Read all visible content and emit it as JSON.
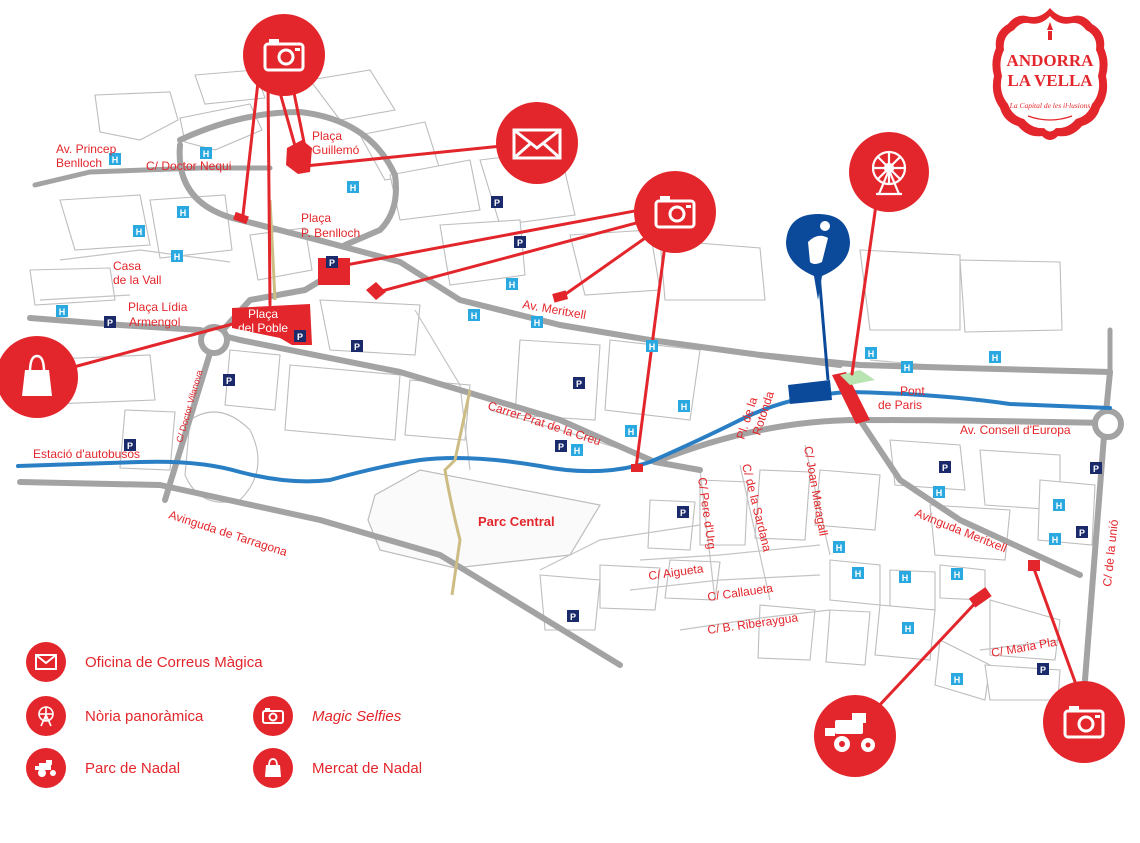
{
  "colors": {
    "accent": "#e3262b",
    "river": "#2a7fc4",
    "road": "#a3a3a3",
    "path": "#cdbd84",
    "info": "#0b4a9a",
    "parking": "#1b2a6b",
    "hotel": "#2aa8e0"
  },
  "logo": {
    "title_line1": "ANDORRA",
    "title_line2": "LA VELLA",
    "tagline": "La Capital de les il·lusions"
  },
  "places": {
    "av_princep": "Av. Princep",
    "benlloch": "Benlloch",
    "doctor_nequi": "C/ Doctor Nequi",
    "placa_guillemo_1": "Plaça",
    "placa_guillemo_2": "Guillemó",
    "placa_benlloch_1": "Plaça",
    "placa_benlloch_2": "P. Benlloch",
    "casa_vall_1": "Casa",
    "casa_vall_2": "de la Vall",
    "placa_lidia_1": "Plaça Lídia",
    "placa_lidia_2": "Armengol",
    "placa_poble_1": "Plaça",
    "placa_poble_2": "del Poble",
    "av_meritxell": "Av. Meritxell",
    "carrer_prat": "Carrer Prat de la Creu",
    "doctor_vilanova": "C/ Doctor Vilanova",
    "estacio": "Estació d'autobusos",
    "av_tarragona": "Avinguda de Tarragona",
    "parc_central": "Parc Central",
    "pl_rotonda_1": "Pl. de la",
    "pl_rotonda_2": "Rotonda",
    "pont_paris_1": "Pont",
    "pont_paris_2": "de Paris",
    "av_consell": "Av. Consell d'Europa",
    "pere_urg": "C/ Pere d'Urg",
    "sardana": "C/ de la Sardana",
    "joan_maragall": "C/ Joan Maragall",
    "aigueta": "C/ Aigueta",
    "callaueta": "C/ Callaueta",
    "riberaygua": "C/ B. Riberaygua",
    "avinguda_meritxell": "Avinguda Meritxell",
    "maria_pla": "C/ Maria Pla",
    "de_la_unio": "C/ de la unió"
  },
  "pins": [
    {
      "name": "camera-pin-top",
      "icon": "camera-icon"
    },
    {
      "name": "mail-pin",
      "icon": "envelope-icon"
    },
    {
      "name": "camera-pin-center",
      "icon": "camera-icon"
    },
    {
      "name": "ferris-wheel-pin",
      "icon": "ferris-wheel-icon"
    },
    {
      "name": "shopping-bag-pin",
      "icon": "shopping-bag-icon"
    },
    {
      "name": "tractor-pin",
      "icon": "tractor-icon"
    },
    {
      "name": "camera-pin-bottom-right",
      "icon": "camera-icon"
    },
    {
      "name": "info-pin",
      "icon": "info-icon"
    }
  ],
  "map_symbols": {
    "parking": "P",
    "hotel": "H"
  },
  "legend": {
    "mail": "Oficina de Correus Màgica",
    "wheel": "Nòria panoràmica",
    "park": "Parc de Nadal",
    "selfie": "Magic Selfies",
    "market": "Mercat de Nadal"
  }
}
